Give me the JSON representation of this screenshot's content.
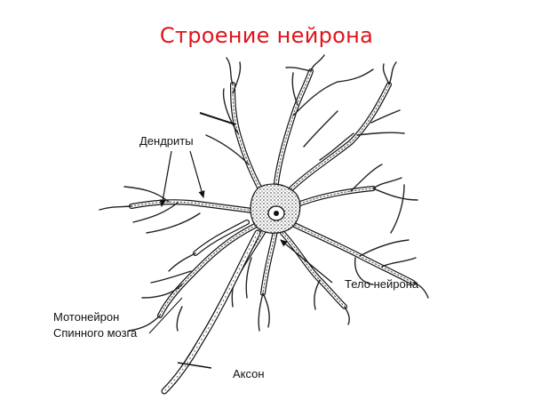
{
  "slide": {
    "title": "Строение нейрона",
    "title_color": "#e0141c"
  },
  "labels": {
    "dendrites": "Дендриты",
    "cell_body": "Тело нейрона",
    "motoneuron_line1": "Мотонейрон",
    "motoneuron_line2": "Спинного мозга",
    "axon": "Аксон"
  },
  "diagram": {
    "subject": "motor neuron of the spinal cord",
    "parts": [
      "dendrites",
      "cell body (soma) with nucleus",
      "axon"
    ]
  }
}
